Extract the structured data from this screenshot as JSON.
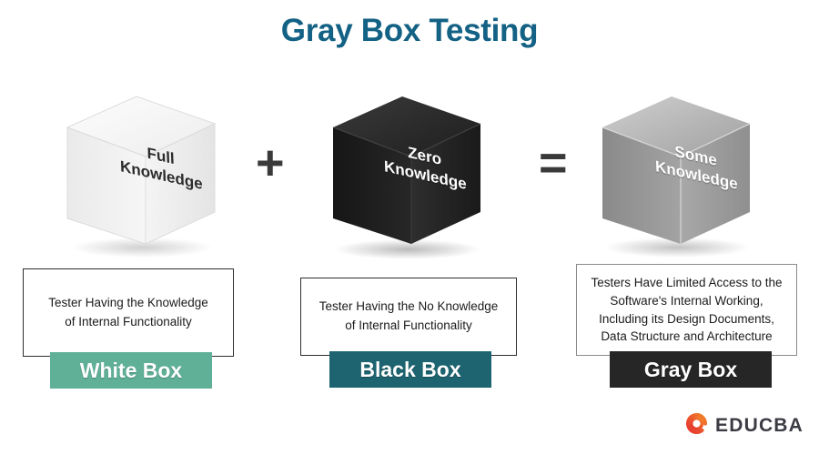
{
  "page": {
    "title": "Gray Box Testing",
    "title_color": "#136184",
    "background": "#ffffff"
  },
  "operators": {
    "plus": "+",
    "equals": "="
  },
  "cubes": [
    {
      "id": "white",
      "label": "Full\nKnowledge",
      "label_color": "#2b2b2b",
      "face_colors": {
        "top": "#f4f4f4",
        "left": "#e9e9e9",
        "right": "#f0f0f0"
      }
    },
    {
      "id": "black",
      "label": "Zero\nKnowledge",
      "label_color": "#ffffff",
      "face_colors": {
        "top": "#2a2a2a",
        "left": "#1b1b1b",
        "right": "#252525"
      }
    },
    {
      "id": "gray",
      "label": "Some\nKnowledge",
      "label_color": "#ffffff",
      "face_colors": {
        "top": "#b4b4b4",
        "left": "#8d8d8d",
        "right": "#9a9a9a"
      }
    }
  ],
  "panels": [
    {
      "id": "white",
      "description": "Tester Having the Knowledge\nof Internal Functionality",
      "badge_label": "White Box",
      "badge_color": "#5fb097",
      "badge_text_color": "#ffffff"
    },
    {
      "id": "black",
      "description": "Tester Having the No Knowledge\nof Internal Functionality",
      "badge_label": "Black Box",
      "badge_color": "#1d6470",
      "badge_text_color": "#ffffff"
    },
    {
      "id": "gray",
      "description": "Testers Have Limited Access to the\nSoftware's Internal Working,\nIncluding its Design Documents,\nData Structure and Architecture",
      "badge_label": "Gray Box",
      "badge_color": "#262626",
      "badge_text_color": "#ffffff"
    }
  ],
  "branding": {
    "wordmark": "EDUCBA",
    "wordmark_color": "#3b3b44",
    "mark_color_start": "#e8453c",
    "mark_color_end": "#f07c2a"
  }
}
